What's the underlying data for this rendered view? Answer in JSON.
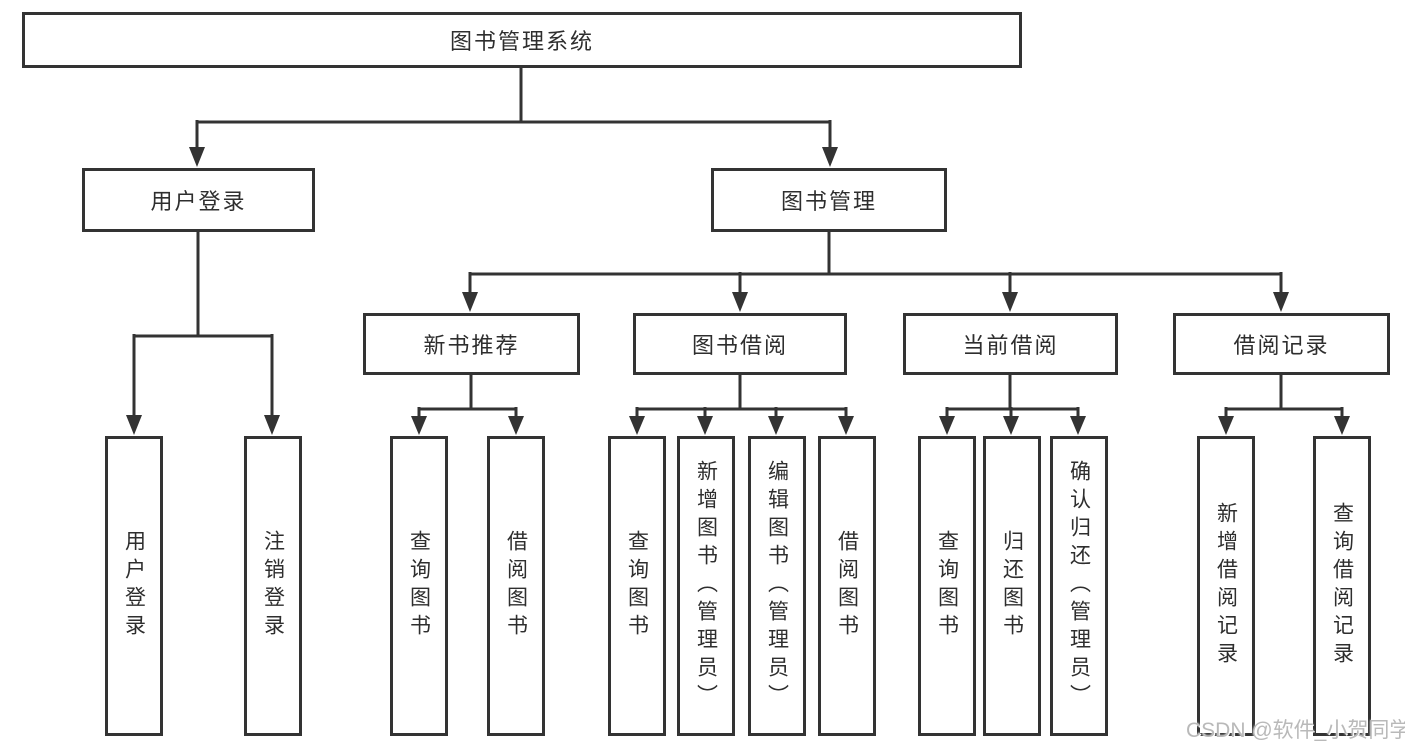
{
  "diagram_title": "图书管理系统",
  "tree": {
    "root": {
      "label": "图书管理系统"
    },
    "children": [
      {
        "label": "用户登录",
        "children": [
          {
            "label": "用户登录"
          },
          {
            "label": "注销登录"
          }
        ]
      },
      {
        "label": "图书管理",
        "children": [
          {
            "label": "新书推荐",
            "children": [
              {
                "label": "查询图书"
              },
              {
                "label": "借阅图书"
              }
            ]
          },
          {
            "label": "图书借阅",
            "children": [
              {
                "label": "查询图书"
              },
              {
                "label": "新增图书（管理员）"
              },
              {
                "label": "编辑图书（管理员）"
              },
              {
                "label": "借阅图书"
              }
            ]
          },
          {
            "label": "当前借阅",
            "children": [
              {
                "label": "查询图书"
              },
              {
                "label": "归还图书"
              },
              {
                "label": "确认归还（管理员）"
              }
            ]
          },
          {
            "label": "借阅记录",
            "children": [
              {
                "label": "新增借阅记录"
              },
              {
                "label": "查询借阅记录"
              }
            ]
          }
        ]
      }
    ]
  },
  "watermark": {
    "text": "CSDN @软件_小贺同学"
  },
  "colors": {
    "line": "#333333",
    "text": "#2e2e2e",
    "box_fill": "#ffffff",
    "watermark": "#b9b9b9"
  }
}
